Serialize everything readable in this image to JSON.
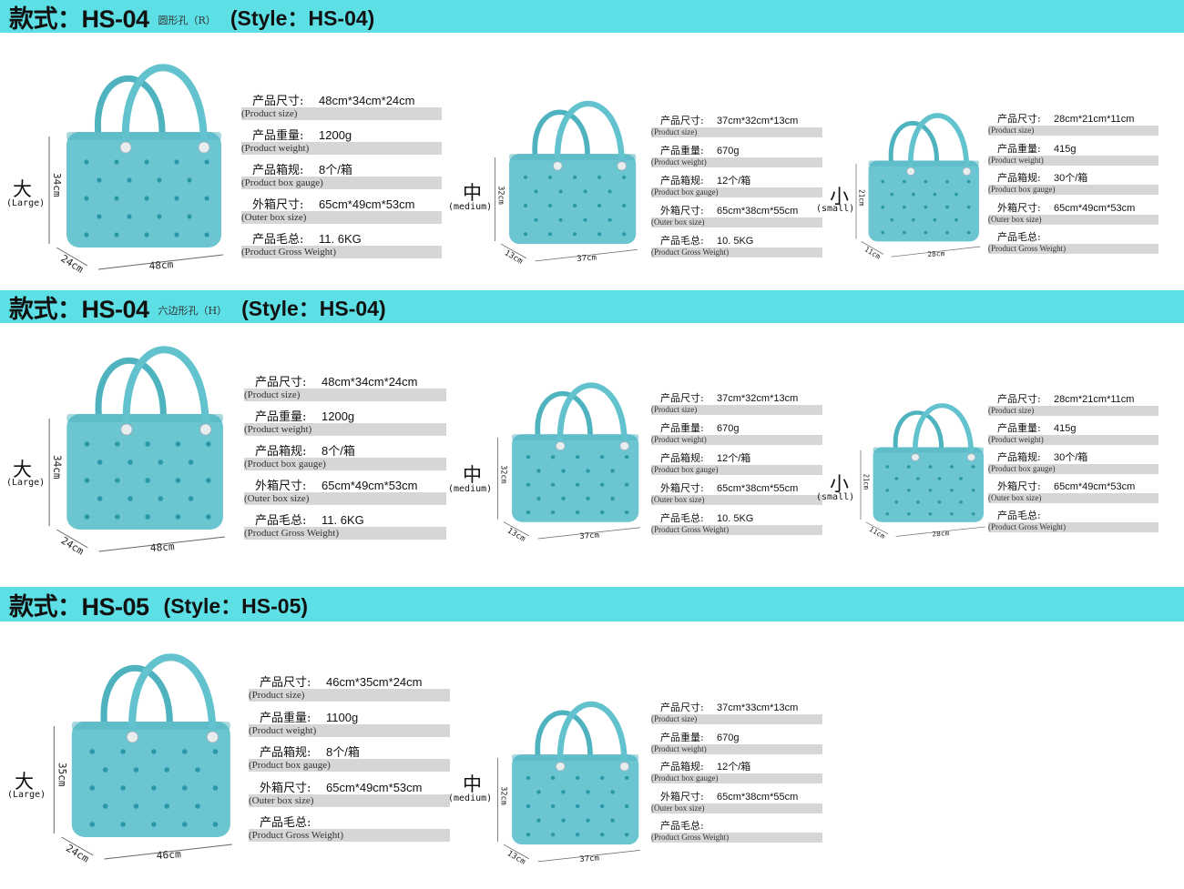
{
  "colors": {
    "header": "#5ce0e5",
    "bag": "#6cc6d1",
    "bag_dark": "#4fb3bf",
    "hole": "#2a98a8",
    "spec_bar": "#d6d6d6"
  },
  "sections": [
    {
      "title": "款式：HS-04",
      "subtitle": "圆形孔（R）",
      "style": "(Style：HS-04)",
      "products": [
        {
          "size_cn": "大",
          "size_en": "(Large)",
          "dims": {
            "h": "34cm",
            "d": "24cm",
            "w": "48cm"
          },
          "hole": "round",
          "specs": [
            {
              "cn": "产品尺寸:",
              "value": "48cm*34cm*24cm",
              "en": "(Product size)"
            },
            {
              "cn": "产品重量:",
              "value": "1200g",
              "en": "(Product weight)"
            },
            {
              "cn": "产品箱规:",
              "value": "8个/箱",
              "en": "(Product box gauge)"
            },
            {
              "cn": "外箱尺寸:",
              "value": "65cm*49cm*53cm",
              "en": "(Outer box size)"
            },
            {
              "cn": "产品毛总:",
              "value": "11. 6KG",
              "en": "(Product Gross Weight)"
            }
          ]
        },
        {
          "size_cn": "中",
          "size_en": "(medium)",
          "dims": {
            "h": "32cm",
            "d": "13cm",
            "w": "37cm"
          },
          "hole": "round",
          "specs": [
            {
              "cn": "产品尺寸:",
              "value": "37cm*32cm*13cm",
              "en": "(Product size)"
            },
            {
              "cn": "产品重量:",
              "value": "670g",
              "en": "(Product weight)"
            },
            {
              "cn": "产品箱规:",
              "value": "12个/箱",
              "en": "(Product box gauge)"
            },
            {
              "cn": "外箱尺寸:",
              "value": "65cm*38cm*55cm",
              "en": "(Outer box size)"
            },
            {
              "cn": "产品毛总:",
              "value": "10. 5KG",
              "en": "(Product Gross Weight)"
            }
          ]
        },
        {
          "size_cn": "小",
          "size_en": "(small)",
          "dims": {
            "h": "21cm",
            "d": "11cm",
            "w": "28cm"
          },
          "hole": "round",
          "specs": [
            {
              "cn": "产品尺寸:",
              "value": "28cm*21cm*11cm",
              "en": "(Product size)"
            },
            {
              "cn": "产品重量:",
              "value": "415g",
              "en": "(Product weight)"
            },
            {
              "cn": "产品箱规:",
              "value": "30个/箱",
              "en": "(Product box gauge)"
            },
            {
              "cn": "外箱尺寸:",
              "value": "65cm*49cm*53cm",
              "en": "(Outer box size)"
            },
            {
              "cn": "产品毛总:",
              "value": "",
              "en": "(Product Gross Weight)"
            }
          ]
        }
      ]
    },
    {
      "title": "款式：HS-04",
      "subtitle": "六边形孔（H）",
      "style": "(Style：HS-04)",
      "products": [
        {
          "size_cn": "大",
          "size_en": "(Large)",
          "dims": {
            "h": "34cm",
            "d": "24cm",
            "w": "48cm"
          },
          "hole": "hex",
          "specs": [
            {
              "cn": "产品尺寸:",
              "value": "48cm*34cm*24cm",
              "en": "(Product size)"
            },
            {
              "cn": "产品重量:",
              "value": "1200g",
              "en": "(Product weight)"
            },
            {
              "cn": "产品箱规:",
              "value": "8个/箱",
              "en": "(Product box gauge)"
            },
            {
              "cn": "外箱尺寸:",
              "value": "65cm*49cm*53cm",
              "en": "(Outer box size)"
            },
            {
              "cn": "产品毛总:",
              "value": "11. 6KG",
              "en": "(Product Gross Weight)"
            }
          ]
        },
        {
          "size_cn": "中",
          "size_en": "(medium)",
          "dims": {
            "h": "32cm",
            "d": "13cm",
            "w": "37cm"
          },
          "hole": "hex",
          "specs": [
            {
              "cn": "产品尺寸:",
              "value": "37cm*32cm*13cm",
              "en": "(Product size)"
            },
            {
              "cn": "产品重量:",
              "value": "670g",
              "en": "(Product weight)"
            },
            {
              "cn": "产品箱规:",
              "value": "12个/箱",
              "en": "(Product box gauge)"
            },
            {
              "cn": "外箱尺寸:",
              "value": "65cm*38cm*55cm",
              "en": "(Outer box size)"
            },
            {
              "cn": "产品毛总:",
              "value": "10. 5KG",
              "en": "(Product Gross Weight)"
            }
          ]
        },
        {
          "size_cn": "小",
          "size_en": "(small)",
          "dims": {
            "h": "21cm",
            "d": "11cm",
            "w": "28cm"
          },
          "hole": "hex",
          "specs": [
            {
              "cn": "产品尺寸:",
              "value": "28cm*21cm*11cm",
              "en": "(Product size)"
            },
            {
              "cn": "产品重量:",
              "value": "415g",
              "en": "(Product weight)"
            },
            {
              "cn": "产品箱规:",
              "value": "30个/箱",
              "en": "(Product box gauge)"
            },
            {
              "cn": "外箱尺寸:",
              "value": "65cm*49cm*53cm",
              "en": "(Outer box size)"
            },
            {
              "cn": "产品毛总:",
              "value": "",
              "en": "(Product Gross Weight)"
            }
          ]
        }
      ]
    },
    {
      "title": "款式：HS-05",
      "subtitle": "",
      "style": "(Style：HS-05)",
      "products": [
        {
          "size_cn": "大",
          "size_en": "(Large)",
          "dims": {
            "h": "35cm",
            "d": "24cm",
            "w": "46cm"
          },
          "hole": "hex",
          "specs": [
            {
              "cn": "产品尺寸:",
              "value": "46cm*35cm*24cm",
              "en": "(Product size)"
            },
            {
              "cn": "产品重量:",
              "value": "1100g",
              "en": "(Product weight)"
            },
            {
              "cn": "产品箱规:",
              "value": "8个/箱",
              "en": "(Product box gauge)"
            },
            {
              "cn": "外箱尺寸:",
              "value": "65cm*49cm*53cm",
              "en": "(Outer box size)"
            },
            {
              "cn": "产品毛总:",
              "value": "",
              "en": "(Product Gross Weight)"
            }
          ]
        },
        {
          "size_cn": "中",
          "size_en": "(medium)",
          "dims": {
            "h": "32cm",
            "d": "13cm",
            "w": "37cm"
          },
          "hole": "hex",
          "specs": [
            {
              "cn": "产品尺寸:",
              "value": "37cm*33cm*13cm",
              "en": "(Product size)"
            },
            {
              "cn": "产品重量:",
              "value": "670g",
              "en": "(Product weight)"
            },
            {
              "cn": "产品箱规:",
              "value": "12个/箱",
              "en": "(Product box gauge)"
            },
            {
              "cn": "外箱尺寸:",
              "value": "65cm*38cm*55cm",
              "en": "(Outer box size)"
            },
            {
              "cn": "产品毛总:",
              "value": "",
              "en": "(Product Gross Weight)"
            }
          ]
        }
      ]
    }
  ]
}
